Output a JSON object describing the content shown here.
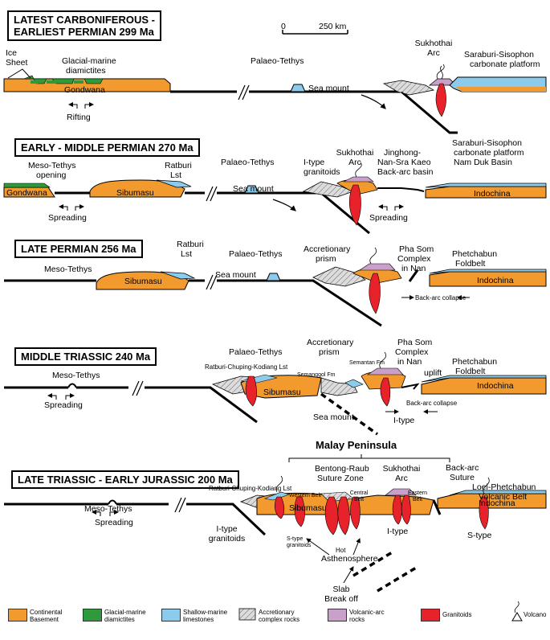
{
  "scale": {
    "zero": "0",
    "distance": "250 km"
  },
  "panels": {
    "p1": {
      "title_line1": "LATEST CARBONIFEROUS -",
      "title_line2": "EARLIEST PERMIAN 299 Ma",
      "ice_sheet_1": "Ice",
      "ice_sheet_2": "Sheet",
      "glacial_1": "Glacial-marine",
      "glacial_2": "diamictites",
      "gondwana": "Gondwana",
      "rifting": "Rifting",
      "palaeo_tethys": "Palaeo-Tethys",
      "sea_mount": "Sea mount",
      "sukhothai_1": "Sukhothai",
      "sukhothai_2": "Arc",
      "saraburi_1": "Saraburi-Sisophon",
      "saraburi_2": "carbonate platform"
    },
    "p2": {
      "title": "EARLY - MIDDLE PERMIAN 270 Ma",
      "meso_1": "Meso-Tethys",
      "meso_2": "opening",
      "ratburi_1": "Ratburi",
      "ratburi_2": "Lst",
      "palaeo_tethys": "Palaeo-Tethys",
      "sea_mount": "Sea mount",
      "itype_1": "I-type",
      "itype_2": "granitoids",
      "sukhothai_1": "Sukhothai",
      "sukhothai_2": "Arc",
      "jinghong_1": "Jinghong-",
      "jinghong_2": "Nan-Sra Kaeo",
      "jinghong_3": "Back-arc basin",
      "saraburi_1": "Saraburi-Sisophon",
      "saraburi_2": "carbonate platform",
      "nam_duk": "Nam Duk Basin",
      "gondwana": "Gondwana",
      "sibumasu": "Sibumasu",
      "indochina": "Indochina",
      "spreading_left": "Spreading",
      "spreading_right": "Spreading"
    },
    "p3": {
      "title": "LATE PERMIAN 256 Ma",
      "meso": "Meso-Tethys",
      "ratburi_1": "Ratburi",
      "ratburi_2": "Lst",
      "palaeo_tethys": "Palaeo-Tethys",
      "sea_mount": "Sea mount",
      "accretionary_1": "Accretionary",
      "accretionary_2": "prism",
      "phasom_1": "Pha Som",
      "phasom_2": "Complex",
      "phasom_3": "in Nan",
      "phetchabun_1": "Phetchabun",
      "phetchabun_2": "Foldbelt",
      "sibumasu": "Sibumasu",
      "indochina": "Indochina",
      "backarc_collapse": "Back-arc collapse"
    },
    "p4": {
      "title": "MIDDLE TRIASSIC 240 Ma",
      "meso": "Meso-Tethys",
      "palaeo_tethys": "Palaeo-Tethys",
      "ratburi": "Ratburi-Chuping-Kodiang Lst",
      "accretionary_1": "Accretionary",
      "accretionary_2": "prism",
      "semanggol": "Semanggol Fm",
      "semantan": "Semantan Fm",
      "phasom_1": "Pha Som",
      "phasom_2": "Complex",
      "phasom_3": "in Nan",
      "uplift": "uplift",
      "phetchabun_1": "Phetchabun",
      "phetchabun_2": "Foldbelt",
      "sibumasu": "Sibumasu",
      "indochina": "Indochina",
      "spreading": "Spreading",
      "sea_mount": "Sea mount",
      "itype": "I-type",
      "backarc_collapse": "Back-arc collapse"
    },
    "p5": {
      "title": "LATE TRIASSIC - EARLY JURASSIC 200 Ma",
      "malay": "Malay Peninsula",
      "meso": "Meso-Tethys",
      "spreading": "Spreading",
      "ratburi": "Ratburi-Chuping-Kodiang Lst",
      "western_belt": "Western Belt",
      "bentong_1": "Bentong-Raub",
      "bentong_2": "Suture Zone",
      "central_1": "Central",
      "central_2": "Belt",
      "sukhothai_1": "Sukhothai",
      "sukhothai_2": "Arc",
      "eastern_1": "Eastern",
      "eastern_2": "Belt",
      "backarc_1": "Back-arc",
      "backarc_2": "Suture",
      "loei_1": "Loei-Phetchabun",
      "loei_2": "Volcanic Belt",
      "sibumasu": "Sibumasu",
      "indochina": "Indochina",
      "itype_left_1": "I-type",
      "itype_left_2": "granitoids",
      "stype_gran_1": "S-type",
      "stype_gran_2": "granitoids",
      "hot_1": "Hot",
      "hot_2": "Asthenosphere",
      "itype_right": "I-type",
      "stype_right": "S-type",
      "slab_1": "Slab",
      "slab_2": "Break off"
    }
  },
  "legend": [
    {
      "label_1": "Continental",
      "label_2": "Basement",
      "color": "#f29a2e"
    },
    {
      "label_1": "Glacial-marine",
      "label_2": "diamictites",
      "color": "#2e9a3c"
    },
    {
      "label_1": "Shallow-marine",
      "label_2": "limestones",
      "color": "#8ccbec"
    },
    {
      "label_1": "Accretionary",
      "label_2": "complex rocks",
      "color": "#d0d0d0"
    },
    {
      "label_1": "Volcanic-arc",
      "label_2": "rocks",
      "color": "#c9a0c9"
    },
    {
      "label_1": "Granitoids",
      "label_2": "",
      "color": "#e8222a"
    },
    {
      "label_1": "Volcano",
      "label_2": "",
      "color": "#ffffff"
    }
  ]
}
